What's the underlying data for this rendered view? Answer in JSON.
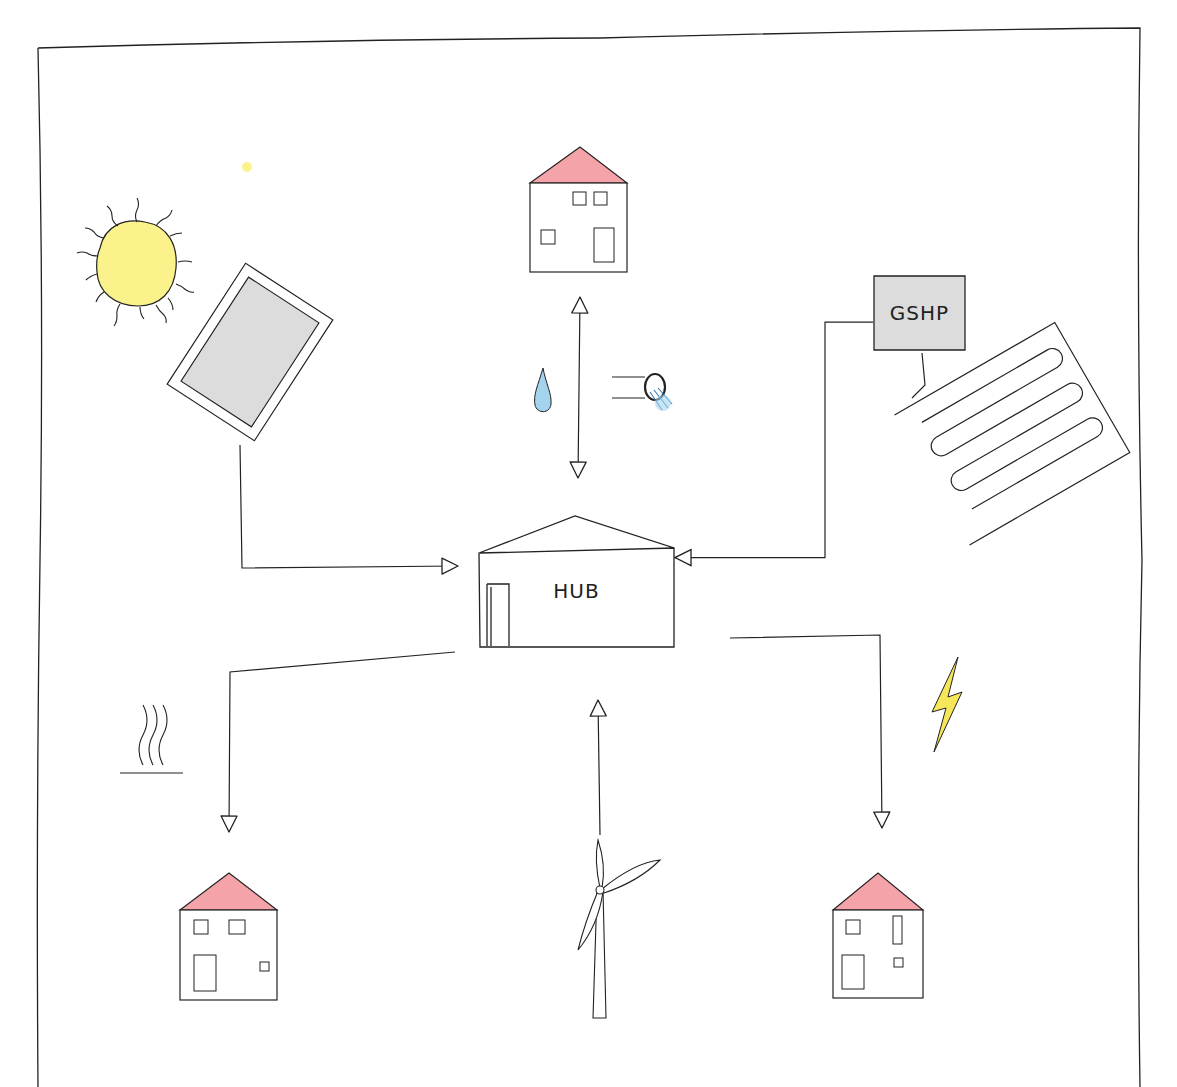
{
  "diagram": {
    "nodes": [
      {
        "text": [
          "GSHP"
        ]
      },
      {
        "text": [
          "HUB"
        ]
      }
    ],
    "edges": [
      {
        "from": 0,
        "to": 1,
        "arrow": "to"
      }
    ]
  }
}
